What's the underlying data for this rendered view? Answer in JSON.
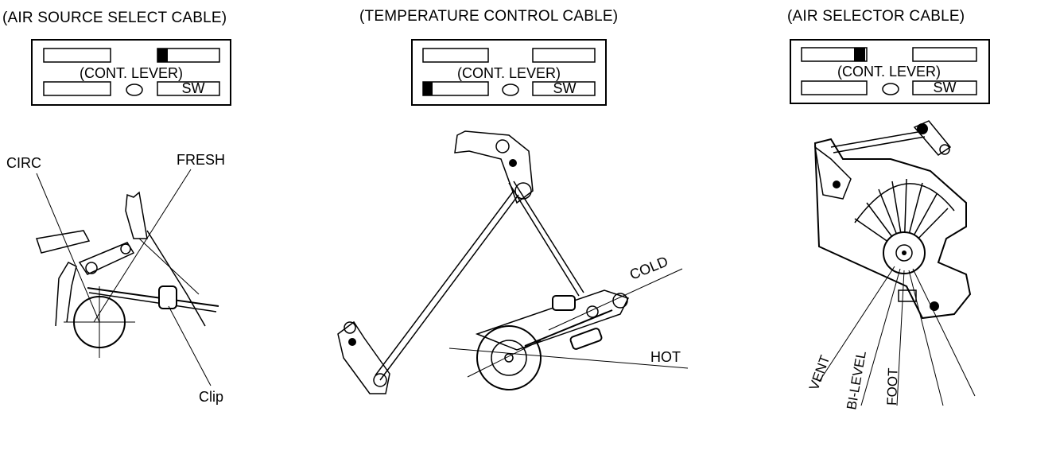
{
  "panels": [
    {
      "title": "(AIR SOURCE SELECT CABLE)",
      "lever_label": "(CONT. LEVER)",
      "sw_label": "SW",
      "callouts": {
        "circ": "CIRC",
        "fresh": "FRESH",
        "clip": "Clip"
      }
    },
    {
      "title": "(TEMPERATURE CONTROL CABLE)",
      "lever_label": "(CONT. LEVER)",
      "sw_label": "SW",
      "callouts": {
        "cold": "COLD",
        "hot": "HOT"
      }
    },
    {
      "title": "(AIR SELECTOR CABLE)",
      "lever_label": "(CONT. LEVER)",
      "sw_label": "SW",
      "callouts": {
        "vent": "VENT",
        "bilevel": "BI-LEVEL",
        "foot": "FOOT"
      }
    }
  ]
}
